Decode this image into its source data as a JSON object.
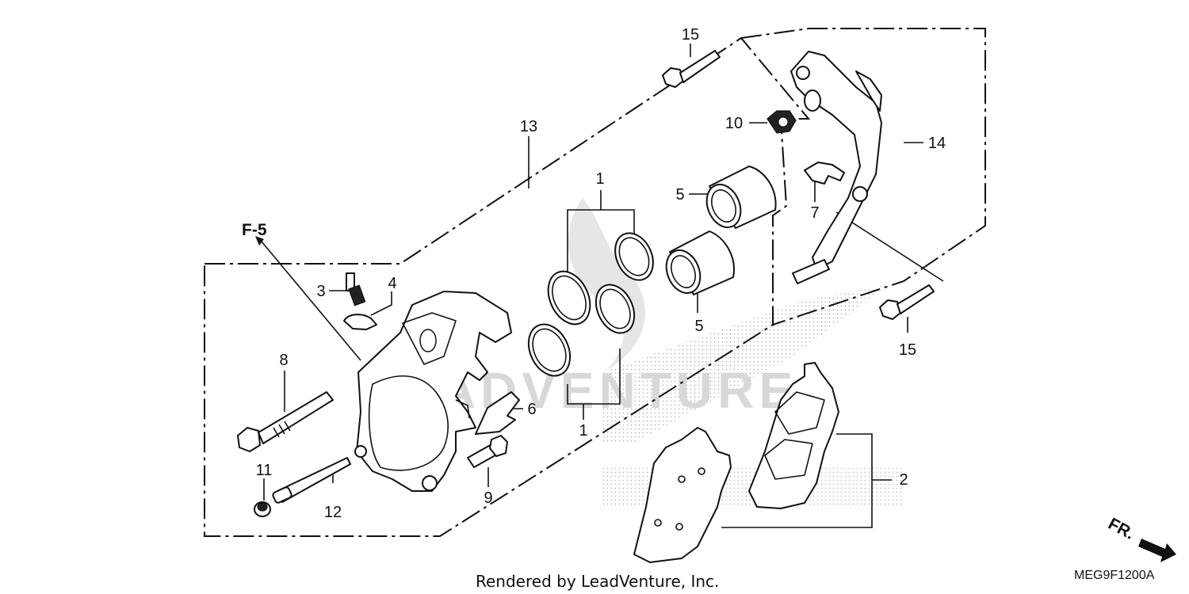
{
  "diagram": {
    "section_label": "F-5",
    "diagram_code": "MEG9F1200A",
    "credit": "Rendered by LeadVenture, Inc.",
    "direction_label": "FR.",
    "watermark": "LEADVENTURE",
    "callouts": {
      "c1_top": "1",
      "c1_bottom": "1",
      "c2": "2",
      "c3": "3",
      "c4": "4",
      "c5_top": "5",
      "c5_bottom": "5",
      "c6": "6",
      "c7": "7",
      "c8": "8",
      "c9": "9",
      "c10": "10",
      "c11": "11",
      "c12": "12",
      "c13": "13",
      "c14": "14",
      "c15_top": "15",
      "c15_bottom": "15"
    }
  }
}
